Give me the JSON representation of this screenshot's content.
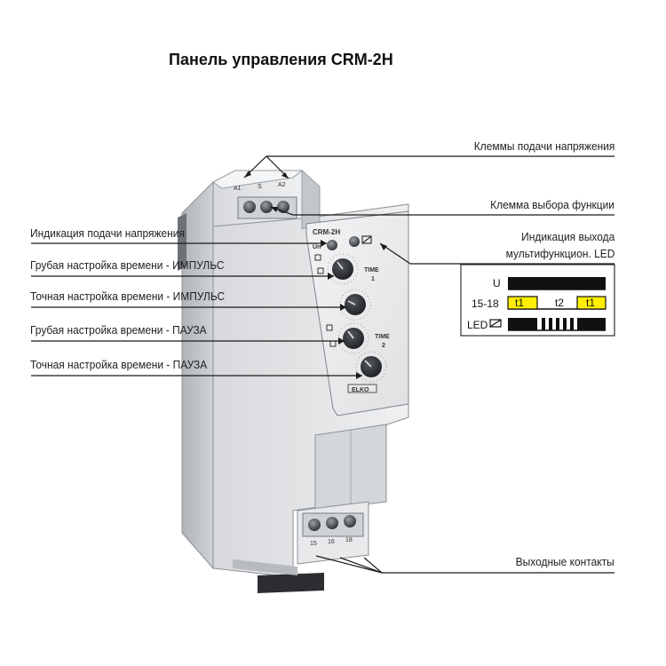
{
  "title": "Панель управления CRM-2H",
  "labels": {
    "supply_terminals": "Клеммы подачи напряжения",
    "function_terminal": "Клемма выбора функции",
    "supply_indication": "Индикация подачи напряжения",
    "output_indication_line1": "Индикация выхода",
    "output_indication_line2": "мультифункцион. LED",
    "coarse_pulse": "Грубая настройка времени - ИМПУЛЬС",
    "fine_pulse": "Точная настройка времени - ИМПУЛЬС",
    "coarse_pause": "Грубая настройка времени - ПАУЗА",
    "fine_pause": "Точная настройка времени - ПАУЗА",
    "output_contacts": "Выходные контакты"
  },
  "device": {
    "model": "CRM-2H",
    "un_label": "Un",
    "time1_label": "TIME",
    "time1_num": "1",
    "time2_label": "TIME",
    "time2_num": "2",
    "brand": "ELKO",
    "top_terminals": [
      "A1",
      "S",
      "A2"
    ],
    "bottom_terminals": [
      "15",
      "16",
      "18"
    ]
  },
  "timing": {
    "row_u": "U",
    "row_contacts": "15-18",
    "row_led": "LED",
    "t1": "t1",
    "t2": "t2",
    "t1b": "t1",
    "highlight_color": "#ffee00"
  },
  "colors": {
    "body_light": "#e4e6e8",
    "body_mid": "#c9ccd0",
    "body_dark": "#a9adb2",
    "knob": "#2b2d30",
    "leader": "#1a1a1a"
  }
}
